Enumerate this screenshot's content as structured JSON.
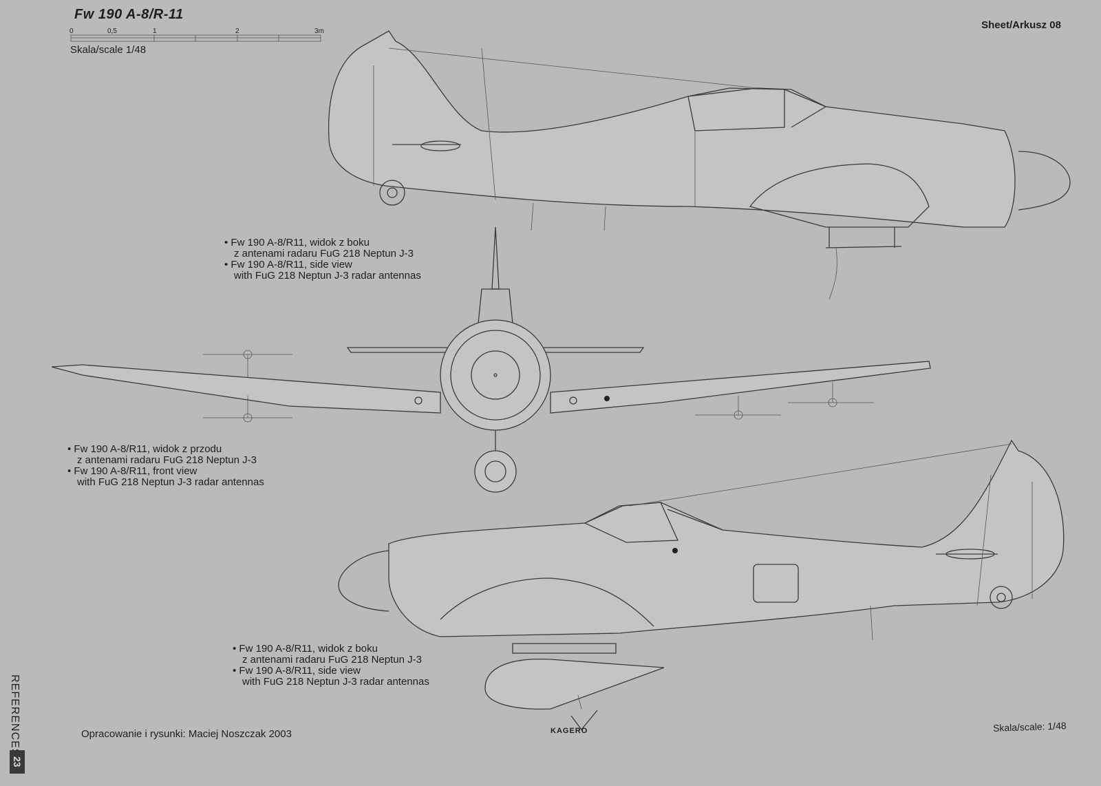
{
  "header": {
    "title": "Fw 190 A-8/R-11",
    "sheet": "Sheet/Arkusz 08",
    "scale_ticks": [
      "0",
      "0,5",
      "1",
      "2",
      "3m"
    ],
    "scale_label": "Skala/scale 1/48"
  },
  "captions": {
    "side_view_top": [
      "Fw 190 A-8/R11, widok z boku",
      "z antenami radaru FuG 218 Neptun J-3",
      "Fw 190 A-8/R11, side view",
      "with FuG 218 Neptun J-3 radar antennas"
    ],
    "front_view": [
      "Fw 190 A-8/R11, widok z przodu",
      "z antenami radaru FuG 218 Neptun J-3",
      "Fw 190 A-8/R11, front view",
      "with FuG 218 Neptun J-3 radar antennas"
    ],
    "side_view_bottom": [
      "Fw 190 A-8/R11, widok z boku",
      "z antenami radaru FuG 218 Neptun J-3",
      "Fw 190 A-8/R11, side view",
      "with FuG 218 Neptun J-3 radar antennas"
    ]
  },
  "footer": {
    "credit": "Opracowanie i rysunki: Maciej Noszczak 2003",
    "scale": "Skala/scale: 1/48",
    "publisher_logo": "KAGERO",
    "section": "REFERENCES",
    "page_number": "23"
  }
}
